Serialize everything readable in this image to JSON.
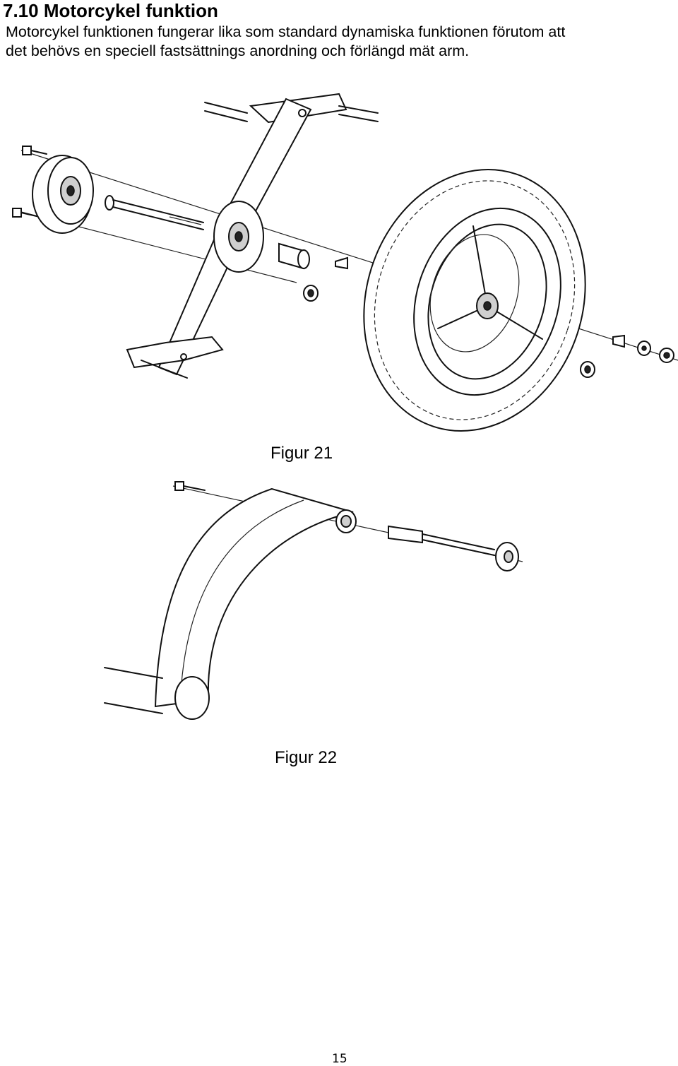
{
  "section": {
    "heading": "7.10 Motorcykel funktion",
    "intro_lines": [
      "Motorcykel funktionen fungerar lika som standard dynamiska funktionen förutom att",
      "det behövs en speciell fastsättnings anordning och förlängd mät arm."
    ]
  },
  "figures": [
    {
      "caption": "Figur 21"
    },
    {
      "caption": "Figur 22"
    }
  ],
  "footer": {
    "page_number": "15"
  }
}
